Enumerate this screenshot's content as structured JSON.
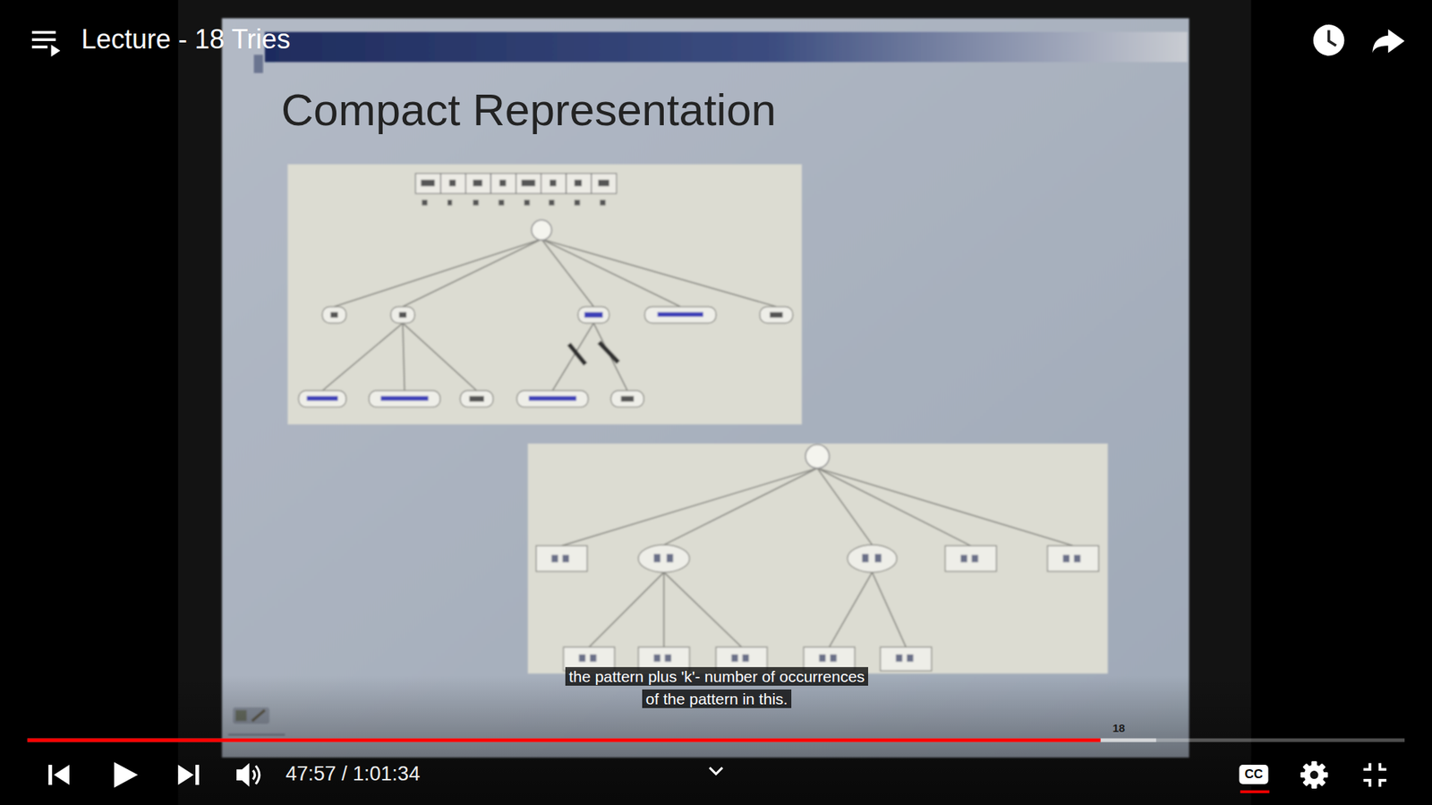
{
  "diagram": {
    "title": "Compact Representation",
    "caption": "the pattern plus 'k'- number of occurrences of the pattern in this.",
    "labels": [
      "Lecture - 18 Tries",
      "18",
      "47:57 / 1:01:34",
      "CC"
    ]
  }
}
